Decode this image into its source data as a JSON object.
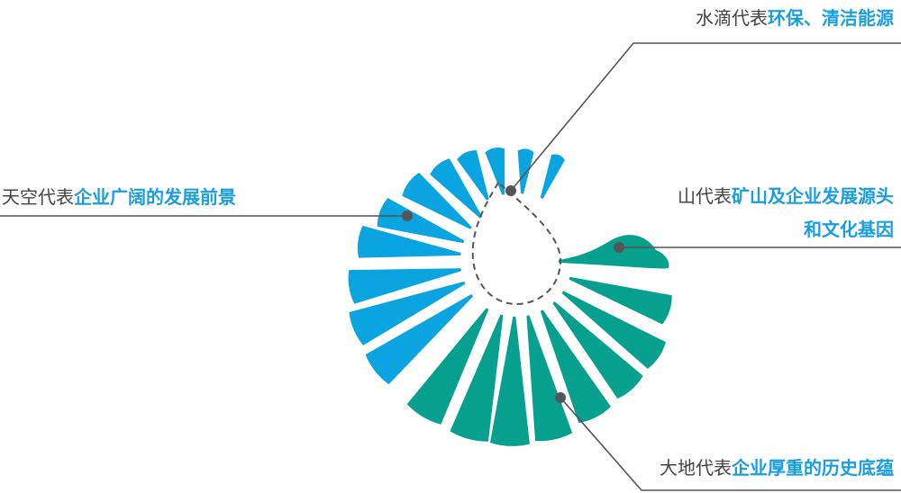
{
  "colors": {
    "sky": "#0aa5e1",
    "earth": "#07a08f",
    "line": "#555555",
    "highlight": "#1a9ee0"
  },
  "callouts": {
    "water": {
      "prefix": "水滴代表",
      "highlight": "环保、清洁能源"
    },
    "sky": {
      "prefix": "天空代表",
      "highlight": "企业广阔的发展前景"
    },
    "mountain": {
      "prefix": "山代表",
      "highlight": "矿山及企业发展源头",
      "line2": "和文化基因"
    },
    "earth": {
      "prefix": "大地代表",
      "highlight": "企业厚重的历史底蕴"
    }
  }
}
